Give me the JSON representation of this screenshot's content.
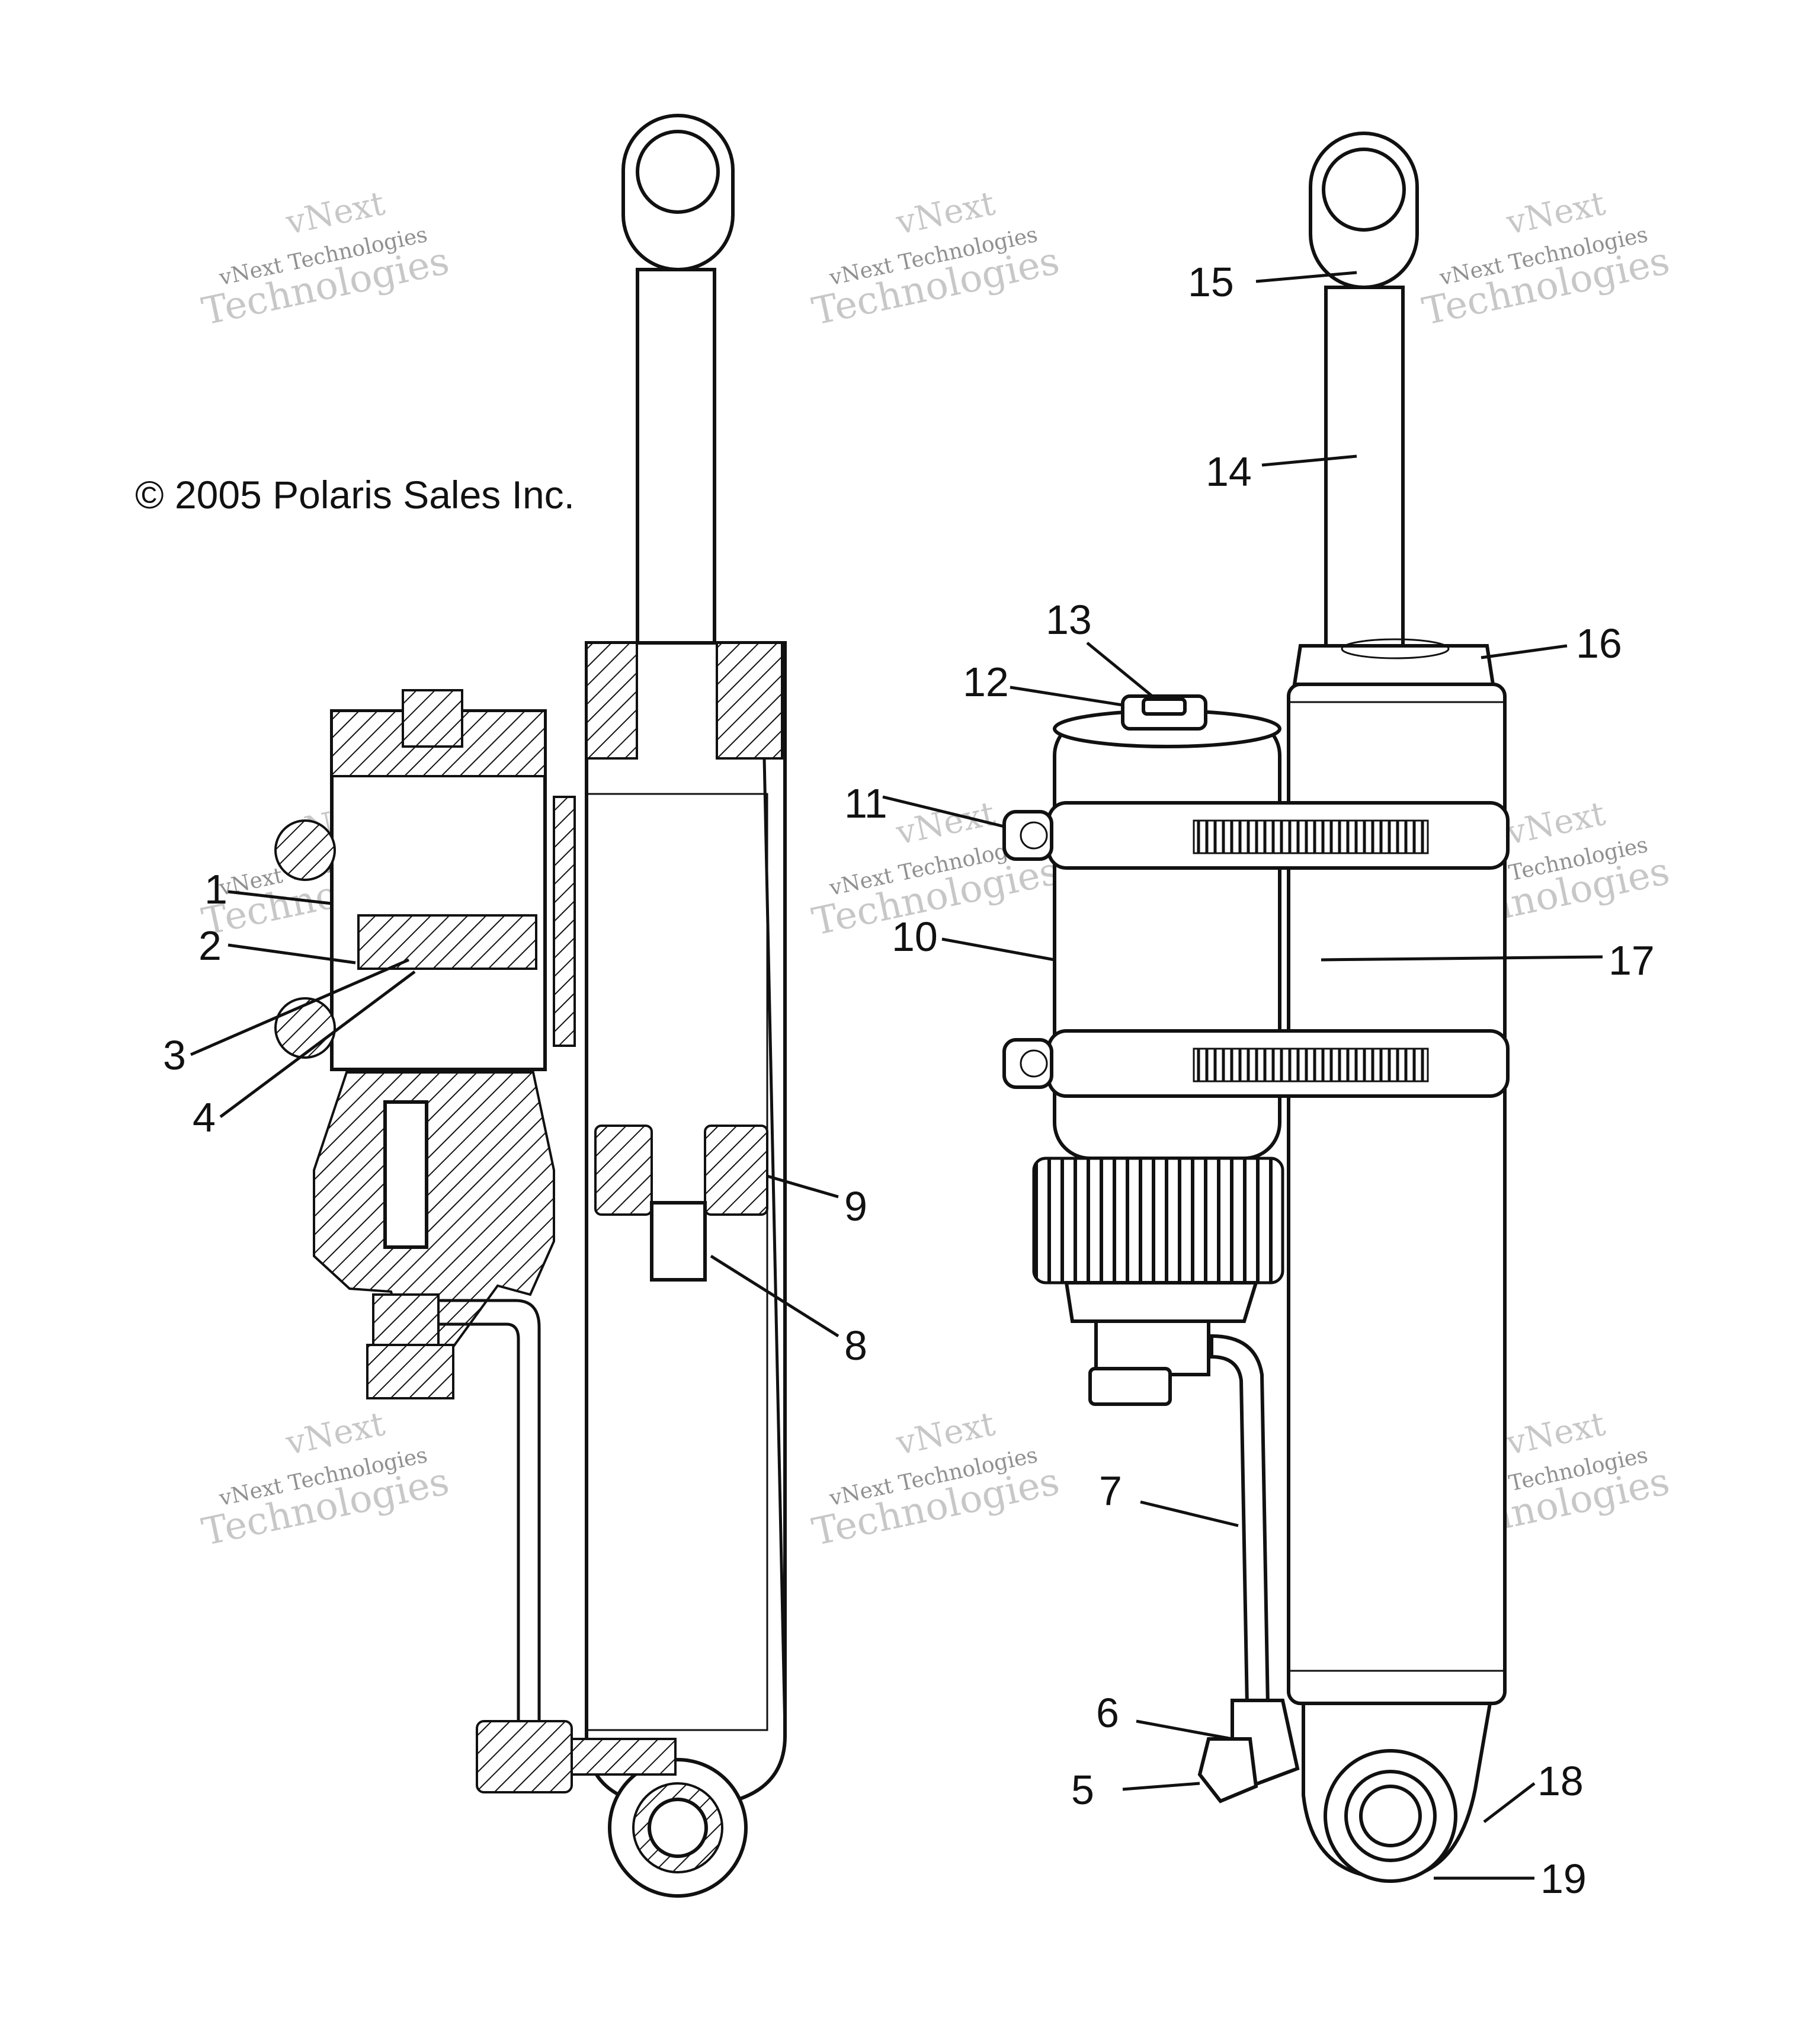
{
  "copyright": "© 2005 Polaris Sales Inc.",
  "watermark": {
    "line1": "vNext",
    "line2": "vNext Technologies",
    "line3": "Technologies"
  },
  "callouts": {
    "c1": "1",
    "c2": "2",
    "c3": "3",
    "c4": "4",
    "c5": "5",
    "c6": "6",
    "c7": "7",
    "c8": "8",
    "c9": "9",
    "c10": "10",
    "c11": "11",
    "c12": "12",
    "c13": "13",
    "c14": "14",
    "c15": "15",
    "c16": "16",
    "c17": "17",
    "c18": "18",
    "c19": "19"
  }
}
